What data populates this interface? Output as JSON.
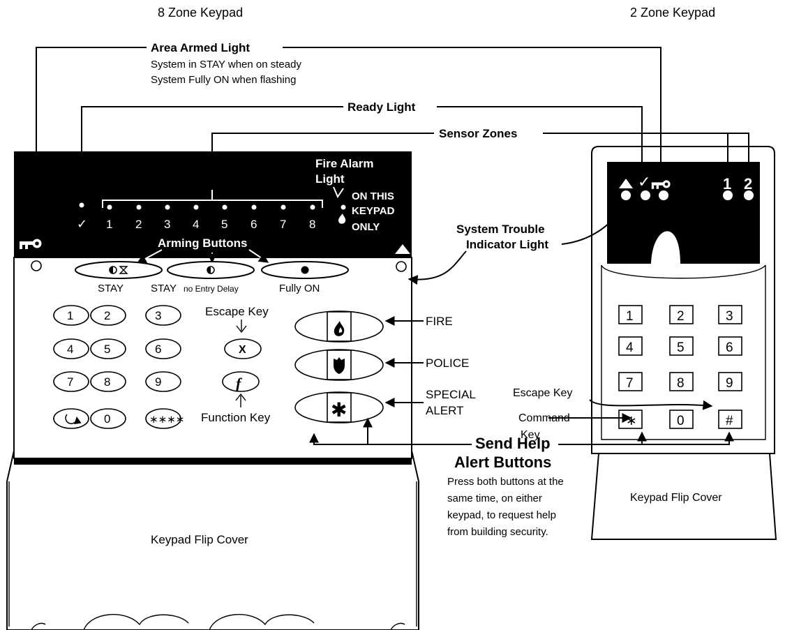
{
  "titles": {
    "left_keypad": "8 Zone Keypad",
    "right_keypad": "2 Zone Keypad"
  },
  "callouts": {
    "area_armed": {
      "title": "Area Armed Light",
      "line1": "System in STAY when on steady",
      "line2": "System Fully ON when flashing"
    },
    "ready": "Ready Light",
    "sensor_zones": "Sensor Zones",
    "fire_alarm": {
      "line1": "Fire Alarm",
      "line2": "Light",
      "line3": "ON THIS",
      "line4": "KEYPAD",
      "line5": "ONLY"
    },
    "system_trouble": {
      "line1": "System Trouble",
      "line2": "Indicator Light"
    },
    "arming_buttons": "Arming Buttons",
    "escape_key": "Escape Key",
    "function_key": "Function Key",
    "fire": "FIRE",
    "police": "POLICE",
    "special_alert": {
      "line1": "SPECIAL",
      "line2": "ALERT"
    },
    "right_escape_key": "Escape Key",
    "command_key": {
      "line1": "Command",
      "line2": "Key"
    },
    "send_help": {
      "line1": "Send Help",
      "line2": "Alert Buttons"
    },
    "help_text": [
      "Press both buttons at the",
      "same time, on either",
      "keypad, to request help",
      "from building security."
    ],
    "left_flip_cover": "Keypad Flip Cover",
    "right_flip_cover": "Keypad Flip Cover"
  },
  "left_keypad": {
    "ready_mark": "✓",
    "zones": [
      "1",
      "2",
      "3",
      "4",
      "5",
      "6",
      "7",
      "8"
    ],
    "arming_labels": {
      "stay": "STAY",
      "stay_no_delay_a": "STAY",
      "stay_no_delay_b": "no Entry Delay",
      "fully_on": "Fully ON"
    },
    "keys": [
      "1",
      "2",
      "3",
      "4",
      "5",
      "6",
      "7",
      "8",
      "9",
      "0"
    ],
    "escape_symbol": "X",
    "function_symbol": "f",
    "star_code": "∗∗∗∗",
    "special_symbol": "✱"
  },
  "right_keypad": {
    "zones": [
      "1",
      "2"
    ],
    "ready_mark": "✓",
    "keys": [
      "1",
      "2",
      "3",
      "4",
      "5",
      "6",
      "7",
      "8",
      "9",
      "∗",
      "0",
      "#"
    ]
  },
  "colors": {
    "panel": "#000000",
    "background": "#ffffff",
    "ink": "#000000"
  }
}
